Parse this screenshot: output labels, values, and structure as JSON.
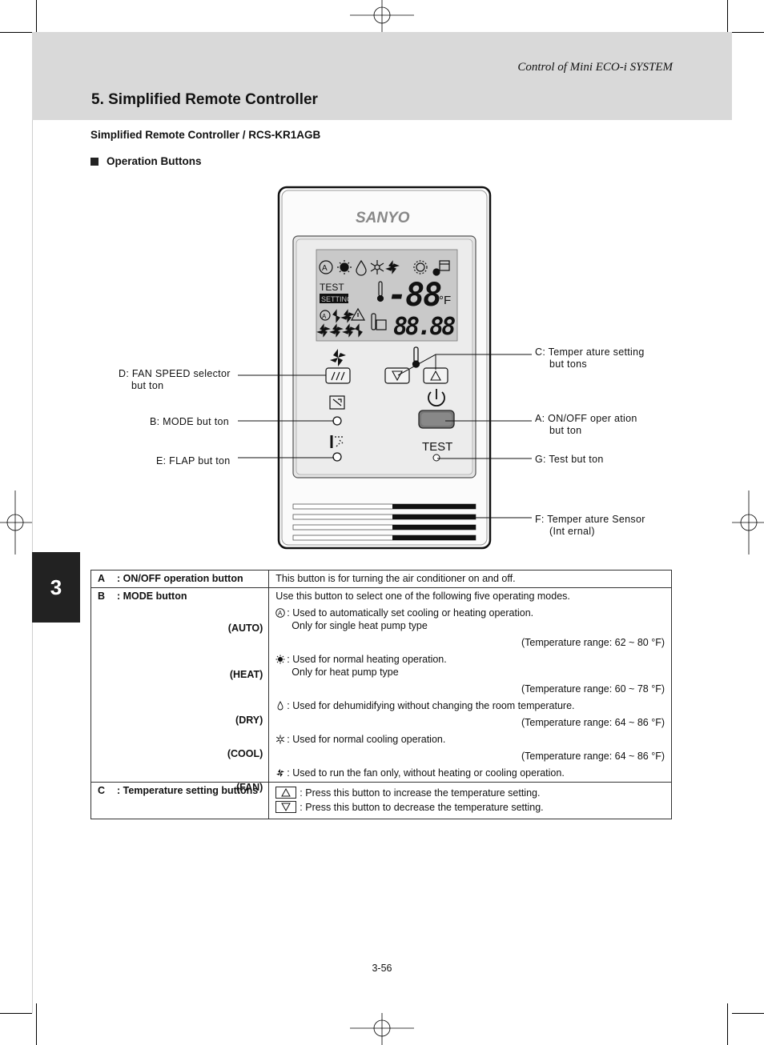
{
  "header": {
    "running_head": "Control of Mini ECO-i SYSTEM",
    "section_title": "5. Simplified Remote Controller"
  },
  "subtitle": "Simplified Remote Controller / RCS-KR1AGB",
  "bullet_heading": "Operation Buttons",
  "chapter_tab": "3",
  "diagram": {
    "brand": "SANYO",
    "lcd": {
      "test_label": "TEST",
      "setting_label": "SETTING",
      "temp_digits": "-88",
      "temp_unit": "°F",
      "timer_digits": "88.88"
    },
    "test_button_label": "TEST",
    "callouts": {
      "d_line1": "D: FAN SPEED selector",
      "d_line2": "but ton",
      "b": "B: MODE but ton",
      "e": "E: FLAP but ton",
      "c_line1": "C: Temper ature setting",
      "c_line2": "but tons",
      "a_line1": "A:  ON/OFF oper ation",
      "a_line2": "but ton",
      "g": "G: Test but ton",
      "f_line1": "F: Temper ature Sensor",
      "f_line2": "(Int ernal)"
    }
  },
  "table": {
    "row_a": {
      "key": "A",
      "name": ": ON/OFF operation button",
      "desc": "This button is for turning the air conditioner on and off."
    },
    "row_b": {
      "key": "B",
      "name": ": MODE button",
      "intro": "Use this button to select one of the following five operating modes.",
      "modes": [
        {
          "label": "(AUTO)",
          "icon": "auto-icon",
          "line1": ": Used to automatically set cooling or heating operation.",
          "line2": "Only for single heat pump type",
          "range": "(Temperature range: 62 ~ 80 °F)"
        },
        {
          "label": "(HEAT)",
          "icon": "sun-icon",
          "line1": ": Used for normal heating operation.",
          "line2": "Only for heat pump type",
          "range": "(Temperature range: 60 ~ 78 °F)"
        },
        {
          "label": "(DRY)",
          "icon": "droplet-icon",
          "line1": ": Used for dehumidifying without changing the room temperature.",
          "line2": "",
          "range": "(Temperature range: 64 ~ 86 °F)"
        },
        {
          "label": "(COOL)",
          "icon": "snowflake-icon",
          "line1": ": Used for normal cooling operation.",
          "line2": "",
          "range": "(Temperature range: 64 ~ 86 °F)"
        },
        {
          "label": "(FAN)",
          "icon": "fan-icon",
          "line1": ": Used to run the fan only, without heating or cooling operation.",
          "line2": "",
          "range": ""
        }
      ]
    },
    "row_c": {
      "key": "C",
      "name": ": Temperature setting buttons",
      "up_desc": ": Press this button to increase the temperature setting.",
      "down_desc": ": Press this button to decrease the temperature setting."
    }
  },
  "page_number": "3-56"
}
